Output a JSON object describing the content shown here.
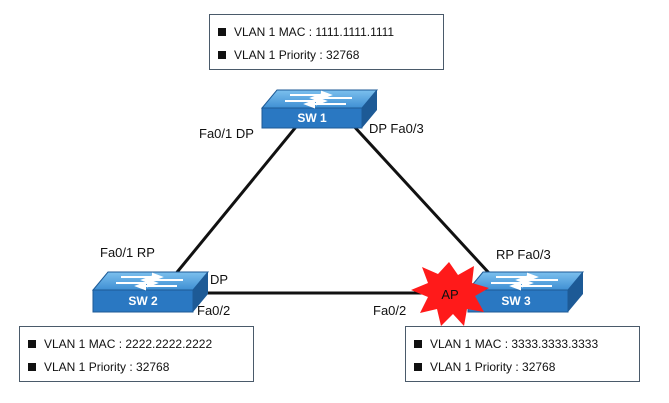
{
  "switches": [
    {
      "name": "SW 1",
      "mac_label": "VLAN 1 MAC : 1111.1111.1111",
      "priority_label": "VLAN 1 Priority : 32768"
    },
    {
      "name": "SW 2",
      "mac_label": "VLAN 1 MAC : 2222.2222.2222",
      "priority_label": "VLAN 1 Priority : 32768"
    },
    {
      "name": "SW 3",
      "mac_label": "VLAN 1 MAC : 3333.3333.3333",
      "priority_label": "VLAN 1 Priority : 32768"
    }
  ],
  "port_labels": {
    "sw1_left": "Fa0/1  DP",
    "sw1_right": "DP  Fa0/3",
    "sw2_top": "Fa0/1  RP",
    "sw2_dp": "DP",
    "sw2_right": "Fa0/2",
    "sw3_left": "Fa0/2",
    "sw3_top": "RP  Fa0/3"
  },
  "ap_marker": "AP",
  "colors": {
    "switch_top": "#5ba3dc",
    "switch_front": "#2a78c2",
    "switch_side": "#1d5a96",
    "link": "#111111",
    "burst": "#ff1a1a"
  }
}
